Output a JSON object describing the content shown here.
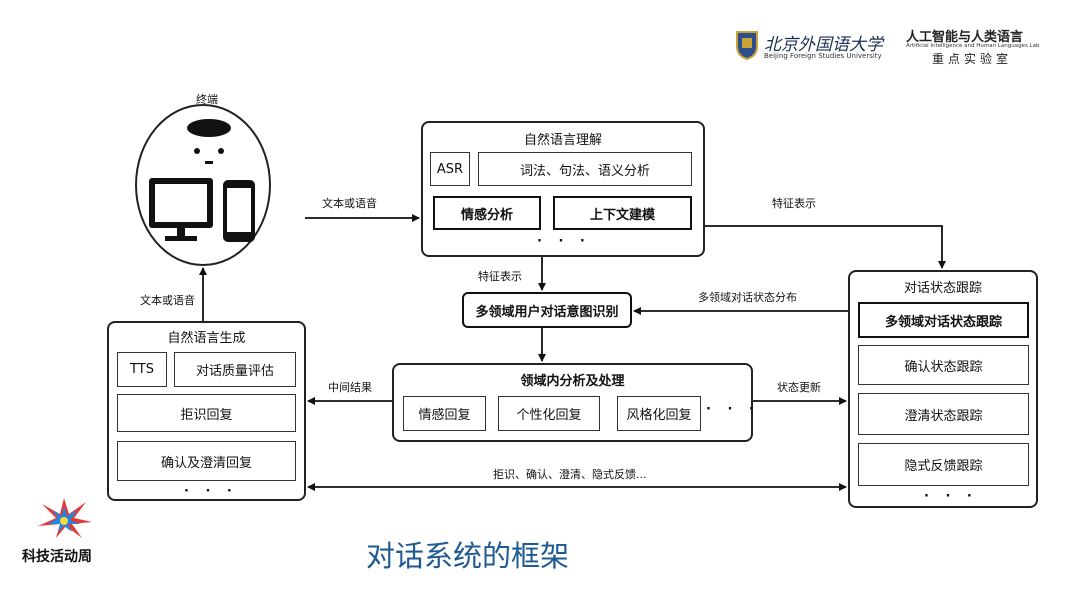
{
  "header": {
    "bfsu_name_cn": "北京外国语大学",
    "bfsu_name_en": "Beijing Foreign Studies University",
    "lab_name_cn": "人工智能与人类语言",
    "lab_name_en": "Artificial Intelligence and Human Languages Lab",
    "lab_sub": "重点实验室"
  },
  "terminal": {
    "title": "终端"
  },
  "nlu": {
    "title": "自然语言理解",
    "asr": "ASR",
    "lexical": "词法、句法、语义分析",
    "sentiment": "情感分析",
    "context": "上下文建模",
    "dots": "· · ·"
  },
  "intent": {
    "label": "多领域用户对话意图识别"
  },
  "domain_proc": {
    "title": "领域内分析及处理",
    "items": [
      "情感回复",
      "个性化回复",
      "风格化回复"
    ],
    "dots": "· · ·"
  },
  "nlg": {
    "title": "自然语言生成",
    "tts": "TTS",
    "quality": "对话质量评估",
    "reject": "拒识回复",
    "confirm": "确认及澄清回复",
    "dots": "· · ·"
  },
  "dst": {
    "title": "对话状态跟踪",
    "items": [
      "多领域对话状态跟踪",
      "确认状态跟踪",
      "澄清状态跟踪",
      "隐式反馈跟踪"
    ],
    "dots": "· · ·"
  },
  "edge_labels": {
    "text_or_speech_in": "文本或语音",
    "text_or_speech_out": "文本或语音",
    "feature_repr_right": "特征表示",
    "feature_repr_down": "特征表示",
    "multi_domain_dist": "多领域对话状态分布",
    "intermediate": "中间结果",
    "state_update": "状态更新",
    "bottom": "拒识、确认、澄清、隐式反馈..."
  },
  "footer": {
    "title": "对话系统的框架",
    "brand": "科技活动周"
  },
  "colors": {
    "title_blue": "#1f5a92",
    "lab_red": "#c0392b"
  }
}
